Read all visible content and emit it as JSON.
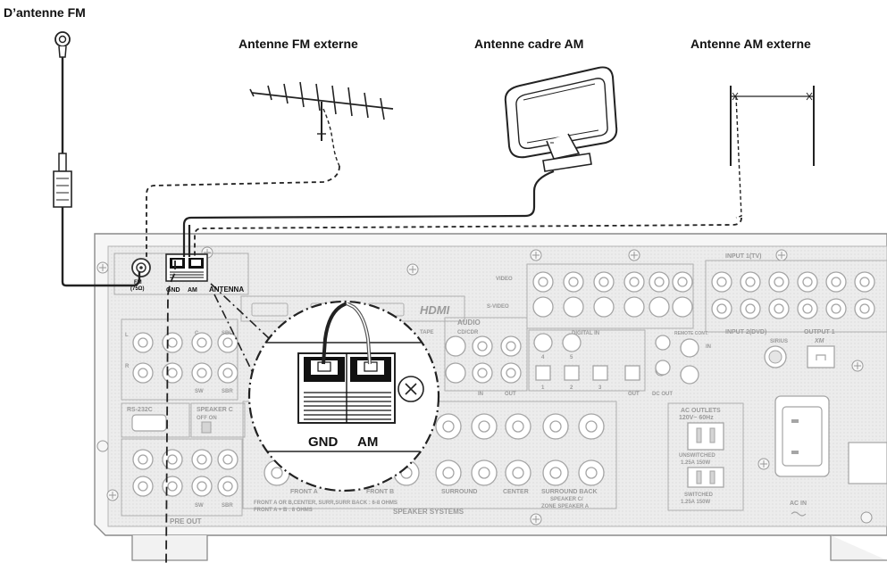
{
  "titles": {
    "fm_antenna": "D’antenne FM",
    "ext_fm": "Antenne FM externe",
    "am_loop": "Antenne cadre AM",
    "ext_am": "Antenne AM externe"
  },
  "panel": {
    "fm_jack": "FM",
    "fm_ohm": "(75Ω)",
    "gnd": "GND",
    "am": "AM",
    "antenna": "ANTENNA",
    "hdmi": "HDMI",
    "video": "VIDEO",
    "svideo": "S-VIDEO",
    "audio": "AUDIO",
    "cd_cdr": "CD/CDR",
    "tape": "TAPE",
    "digital_in": "DIGITAL IN",
    "input1_tv": "INPUT 1(TV)",
    "input2_dvd": "INPUT 2(DVD)",
    "output1": "OUTPUT 1",
    "sirius": "SIRIUS",
    "xm": "XM",
    "rs232": "RS-232C",
    "speaker_c": "SPEAKER C",
    "off_on": "OFF ON",
    "pre_out": "PRE OUT",
    "front_a": "FRONT A",
    "front_b": "FRONT B",
    "surround": "SURROUND",
    "center": "CENTER",
    "surround_back": "SURROUND BACK",
    "speaker_c_zone": "SPEAKER C/",
    "zone_speaker": "ZONE SPEAKER A",
    "speaker_systems": "SPEAKER SYSTEMS",
    "imp_note1": "FRONT A OR B,CENTER, SURR,SURR BACK : 6-8 OHMS",
    "imp_note2": "FRONT A + B : 8 OHMS",
    "ac_outlets": "AC OUTLETS",
    "ac_rating": "120V~ 60Hz",
    "unswitched": "UNSWITCHED",
    "unsw_rating": "1.25A 150W",
    "switched": "SWITCHED",
    "sw_rating": "1.25A 150W",
    "ac_in": "AC IN",
    "in": "IN",
    "out": "OUT",
    "dc_out": "DC OUT",
    "remote_cont": "REMOTE CONT.",
    "l": "L",
    "r": "R",
    "c": "C",
    "sw": "SW",
    "sbl": "SBL",
    "sbr": "SBR",
    "ch1": "1",
    "ch2": "2",
    "ch3": "3",
    "ch4": "4",
    "ch5": "5"
  },
  "zoom": {
    "gnd": "GND",
    "am": "AM"
  }
}
